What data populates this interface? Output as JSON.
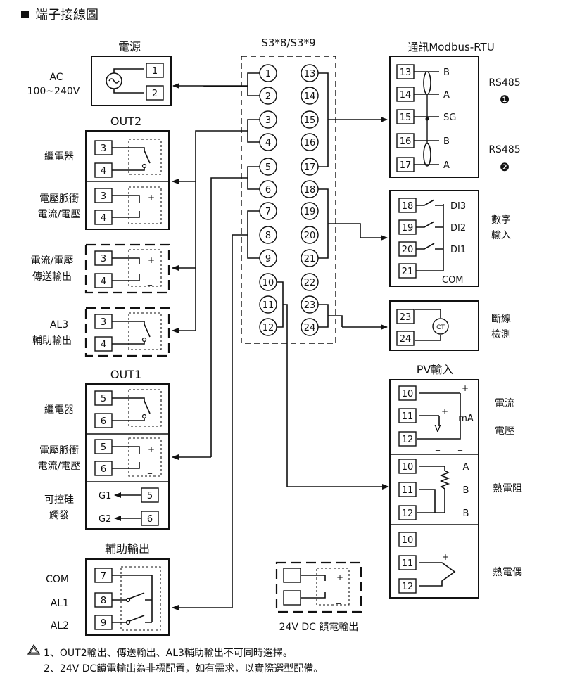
{
  "title": "端子接線圖",
  "model": "S3*8/S3*9",
  "center_terminals": {
    "left": [
      "1",
      "2",
      "3",
      "4",
      "5",
      "6",
      "7",
      "8",
      "9",
      "10",
      "11",
      "12"
    ],
    "right": [
      "13",
      "14",
      "15",
      "16",
      "17",
      "18",
      "19",
      "20",
      "21",
      "22",
      "23",
      "24"
    ]
  },
  "power": {
    "label": "電源",
    "voltage_line1": "AC",
    "voltage_line2": "100~240V",
    "terminals": [
      "1",
      "2"
    ]
  },
  "out2": {
    "title": "OUT2",
    "relay": {
      "label": "繼電器",
      "terminals": [
        "3",
        "4"
      ]
    },
    "pulse": {
      "label_line1": "電壓脈衝",
      "label_line2": "電流/電壓",
      "terminals": [
        "3",
        "4"
      ]
    }
  },
  "transmit": {
    "label_line1": "電流/電壓",
    "label_line2": "傳送輸出",
    "terminals": [
      "3",
      "4"
    ]
  },
  "al3": {
    "label_line1": "AL3",
    "label_line2": "輔助輸出",
    "terminals": [
      "3",
      "4"
    ]
  },
  "out1": {
    "title": "OUT1",
    "relay": {
      "label": "繼電器",
      "terminals": [
        "5",
        "6"
      ]
    },
    "pulse": {
      "label_line1": "電壓脈衝",
      "label_line2": "電流/電壓",
      "terminals": [
        "5",
        "6"
      ]
    },
    "scr": {
      "label_line1": "可控硅",
      "label_line2": "觸發",
      "g1": "G1",
      "g2": "G2",
      "terminals": [
        "5",
        "6"
      ]
    }
  },
  "aux": {
    "title": "輔助輸出",
    "com": "COM",
    "al1": "AL1",
    "al2": "AL2",
    "terminals": [
      "7",
      "8",
      "9"
    ]
  },
  "comm": {
    "title": "通訊Modbus-RTU",
    "terminals": [
      "13",
      "14",
      "15",
      "16",
      "17"
    ],
    "signals": [
      "B",
      "A",
      "SG",
      "B",
      "A"
    ],
    "rs485_1": "RS485",
    "rs485_2": "RS485",
    "mark_1": "❶",
    "mark_2": "❷"
  },
  "digital": {
    "terminals": [
      "18",
      "19",
      "20",
      "21"
    ],
    "signals": [
      "DI3",
      "DI2",
      "DI1",
      "COM"
    ],
    "label_line1": "數字",
    "label_line2": "輸入"
  },
  "break": {
    "terminals": [
      "23",
      "24"
    ],
    "ct": "CT",
    "label_line1": "斷線",
    "label_line2": "檢測"
  },
  "pv": {
    "title": "PV輸入",
    "current_voltage": {
      "terminals": [
        "10",
        "11",
        "12"
      ],
      "ma": "mA",
      "v": "V",
      "label_current": "電流",
      "label_voltage": "電壓"
    },
    "rtd": {
      "terminals": [
        "10",
        "11",
        "12"
      ],
      "signals": [
        "A",
        "B",
        "B"
      ],
      "label": "熱電阻"
    },
    "tc": {
      "terminals": [
        "10",
        "11",
        "12"
      ],
      "label": "熱電偶"
    }
  },
  "feed": {
    "label": "24V DC 饋電輸出"
  },
  "notes": [
    "1、OUT2輸出、傳送輸出、AL3輔助輸出不可同時選擇。",
    "2、24V DC饋電輸出為非標配置，如有需求，以實際選型配備。"
  ]
}
